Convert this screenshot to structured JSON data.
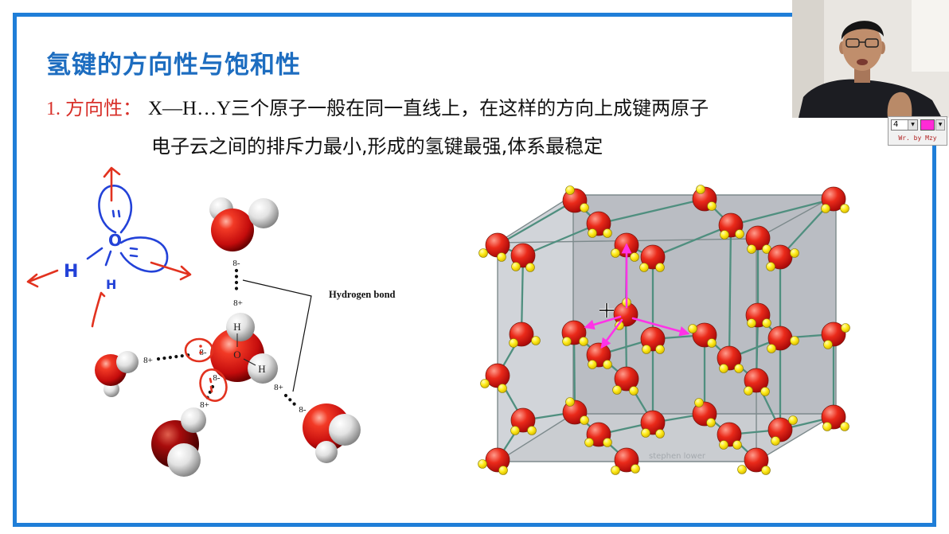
{
  "slide": {
    "title": "氢键的方向性与饱和性",
    "point1": {
      "label": "1. 方向性：",
      "formula": "X—H…Y",
      "line1_text": "三个原子一般在同一直线上，在这样的方向上成键两原子",
      "line2_text": "电子云之间的排斥力最小,形成的氢键最强,体系最稳定"
    }
  },
  "water_figure": {
    "hydrogen_bond_label": "Hydrogen bond",
    "atom_labels": {
      "h_top": "H",
      "o_center": "O",
      "h_right": "H"
    },
    "charges": {
      "top_minus": "8-",
      "top_plus": "8+",
      "left_plus": "8+",
      "left_minus": "8-",
      "lower_minus": "8-",
      "lower_plus": "8+",
      "right_plus": "8+",
      "right_minus": "8-"
    },
    "handwriting": {
      "oxygen": "O",
      "hydrogen_left": "H",
      "hydrogen_lower": "H"
    }
  },
  "ice_figure": {
    "watermark": "stephen lower"
  },
  "pen_toolbar": {
    "pen_size": "4",
    "pen_color": "#ff2bd6",
    "credit": "Wr. by Mzy",
    "dropdown_icon": "chevron-down-icon"
  },
  "colors": {
    "title": "#1d6dc0",
    "label": "#d8302a",
    "frame": "#1f7ed8",
    "ann_blue": "#2342d8",
    "ann_red": "#e2321f",
    "magenta": "#ff33e6",
    "bond": "#4f8f7f"
  }
}
